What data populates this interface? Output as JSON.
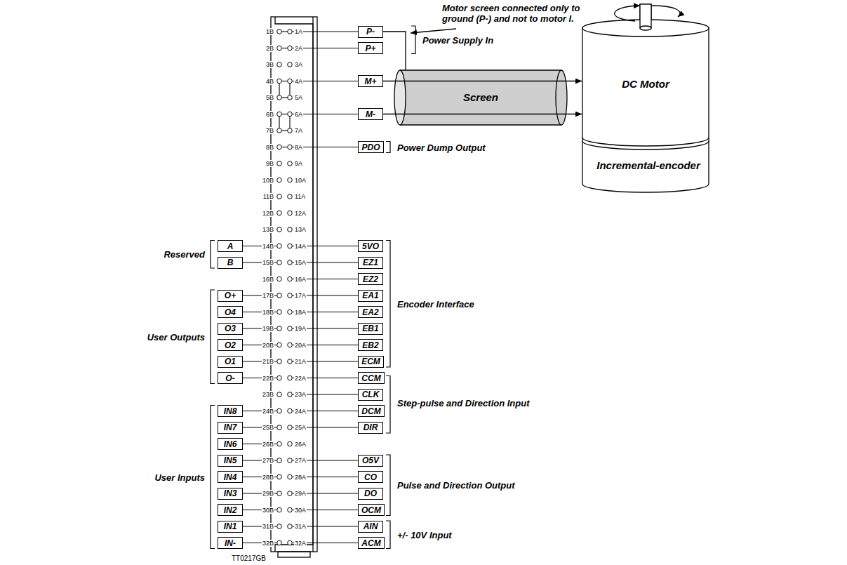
{
  "diagram": {
    "nodes": [
      {
        "text": [
          "P-"
        ]
      },
      {
        "text": [
          "P+"
        ]
      },
      {
        "text": [
          "M+"
        ]
      },
      {
        "text": [
          "M-"
        ]
      },
      {
        "text": [
          "PDO"
        ]
      },
      {
        "text": [
          "Screen"
        ]
      },
      {
        "text": [
          "DC Motor"
        ]
      },
      {
        "text": [
          "Incremental-encoder"
        ]
      },
      {
        "text": [
          "A"
        ]
      },
      {
        "text": [
          "5VO"
        ]
      },
      {
        "text": [
          "B"
        ]
      },
      {
        "text": [
          "EZ1"
        ]
      },
      {
        "text": [
          "EZ2"
        ]
      },
      {
        "text": [
          "O+"
        ]
      },
      {
        "text": [
          "EA1"
        ]
      },
      {
        "text": [
          "O4"
        ]
      },
      {
        "text": [
          "EA2"
        ]
      },
      {
        "text": [
          "O3"
        ]
      },
      {
        "text": [
          "EB1"
        ]
      },
      {
        "text": [
          "O2"
        ]
      },
      {
        "text": [
          "EB2"
        ]
      },
      {
        "text": [
          "O1"
        ]
      },
      {
        "text": [
          "ECM"
        ]
      },
      {
        "text": [
          "O-"
        ]
      },
      {
        "text": [
          "CCM"
        ]
      },
      {
        "text": [
          "CLK"
        ]
      },
      {
        "text": [
          "IN8"
        ]
      },
      {
        "text": [
          "DCM"
        ]
      },
      {
        "text": [
          "IN7"
        ]
      },
      {
        "text": [
          "DIR"
        ]
      },
      {
        "text": [
          "IN6"
        ]
      },
      {
        "text": [
          "IN5"
        ]
      },
      {
        "text": [
          "O5V"
        ]
      },
      {
        "text": [
          "IN4"
        ]
      },
      {
        "text": [
          "CO"
        ]
      },
      {
        "text": [
          "IN3"
        ]
      },
      {
        "text": [
          "DO"
        ]
      },
      {
        "text": [
          "IN2"
        ]
      },
      {
        "text": [
          "OCM"
        ]
      },
      {
        "text": [
          "IN1"
        ]
      },
      {
        "text": [
          "AIN"
        ]
      },
      {
        "text": [
          "IN-"
        ]
      },
      {
        "text": [
          "ACM"
        ]
      }
    ],
    "edges": [
      {
        "from": 0,
        "to": 5,
        "arrow": "none"
      },
      {
        "from": 2,
        "to": 6,
        "arrow": "to"
      },
      {
        "from": 3,
        "to": 6,
        "arrow": "to"
      }
    ],
    "labels": [
      "1B",
      "1A",
      "2B",
      "2A",
      "3B",
      "3A",
      "4B",
      "4A",
      "5B",
      "5A",
      "6B",
      "6A",
      "7B",
      "7A",
      "8B",
      "8A",
      "9B",
      "9A",
      "10B",
      "10A",
      "11B",
      "11A",
      "12B",
      "12A",
      "13B",
      "13A",
      "14B",
      "14A",
      "15B",
      "15A",
      "16B",
      "16A",
      "17B",
      "17A",
      "18B",
      "18A",
      "19B",
      "19A",
      "20B",
      "20A",
      "21B",
      "21A",
      "22B",
      "22A",
      "23B",
      "23A",
      "24B",
      "24A",
      "25B",
      "25A",
      "26B",
      "26A",
      "27B",
      "27A",
      "28B",
      "28A",
      "29B",
      "29A",
      "30B",
      "30A",
      "31B",
      "31A",
      "32B",
      "32A",
      "Motor screen connected only to ground (P-) and not to motor I.",
      "Power Supply In",
      "Power Dump Output",
      "Reserved",
      "User Outputs",
      "User Inputs",
      "Encoder Interface",
      "Step-pulse and Direction Input",
      "Pulse and Direction Output",
      "+/- 10V Input",
      "TT0217GB"
    ]
  }
}
